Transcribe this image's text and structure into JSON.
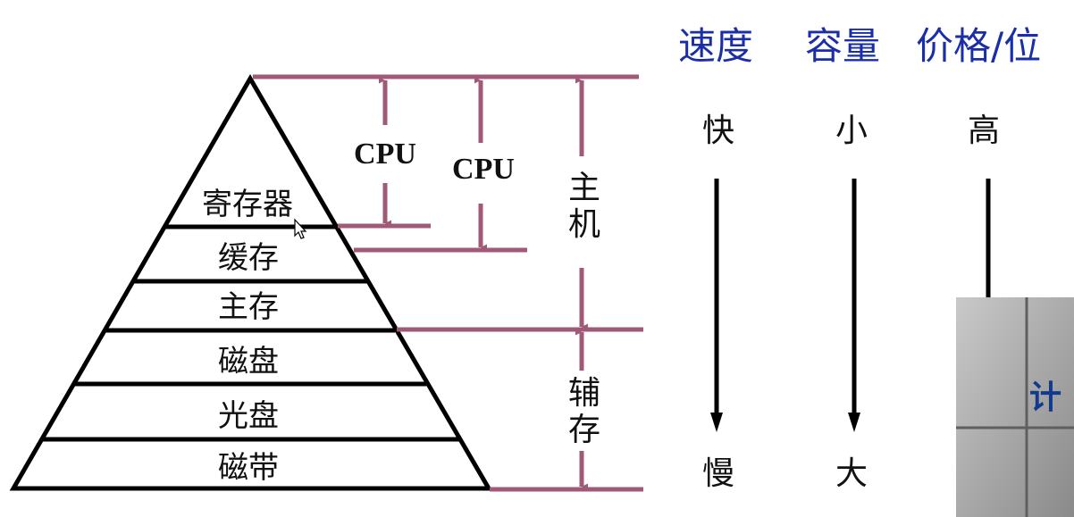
{
  "pyramid": {
    "levels": [
      "寄存器",
      "缓存",
      "主存",
      "磁盘",
      "光盘",
      "磁带"
    ]
  },
  "brackets": {
    "cpu_label_1": "CPU",
    "cpu_label_2": "CPU",
    "host_label_1": "主",
    "host_label_2": "机",
    "aux_label_1": "辅",
    "aux_label_2": "存"
  },
  "columns": {
    "speed": {
      "header": "速度",
      "top": "快",
      "bottom": "慢"
    },
    "capacity": {
      "header": "容量",
      "top": "小",
      "bottom": "大"
    },
    "price": {
      "header": "价格/位",
      "top": "高"
    }
  },
  "photo": {
    "label": "计"
  },
  "colors": {
    "bracket": "#a05a78",
    "header_text": "#1a2ea8",
    "outline": "#000000"
  }
}
